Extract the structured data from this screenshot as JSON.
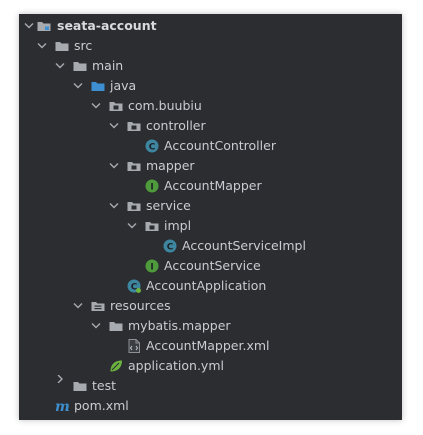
{
  "tree": {
    "items": [
      {
        "label": "seata-account",
        "expanded": true
      },
      {
        "label": "src",
        "expanded": true
      },
      {
        "label": "main",
        "expanded": true
      },
      {
        "label": "java",
        "expanded": true
      },
      {
        "label": "com.buubiu",
        "expanded": true
      },
      {
        "label": "controller",
        "expanded": true
      },
      {
        "label": "AccountController",
        "icon_letter": "C"
      },
      {
        "label": "mapper",
        "expanded": true
      },
      {
        "label": "AccountMapper",
        "icon_letter": "I"
      },
      {
        "label": "service",
        "expanded": true
      },
      {
        "label": "impl",
        "expanded": true
      },
      {
        "label": "AccountServiceImpl",
        "icon_letter": "C"
      },
      {
        "label": "AccountService",
        "icon_letter": "I"
      },
      {
        "label": "AccountApplication",
        "icon_letter": "C"
      },
      {
        "label": "resources",
        "expanded": true
      },
      {
        "label": "mybatis.mapper",
        "expanded": true
      },
      {
        "label": "AccountMapper.xml"
      },
      {
        "label": "application.yml"
      },
      {
        "label": "test",
        "expanded": false
      },
      {
        "label": "pom.xml",
        "icon_letter": "m"
      }
    ]
  },
  "colors": {
    "panel_bg": "#2b2d30",
    "text": "#c9ccd1",
    "folder": "#a7abb0",
    "folder_source": "#3d8fd1",
    "class_icon": "#3e86a0",
    "interface_icon": "#4f9a3c",
    "maven_icon": "#3d8fd1"
  }
}
